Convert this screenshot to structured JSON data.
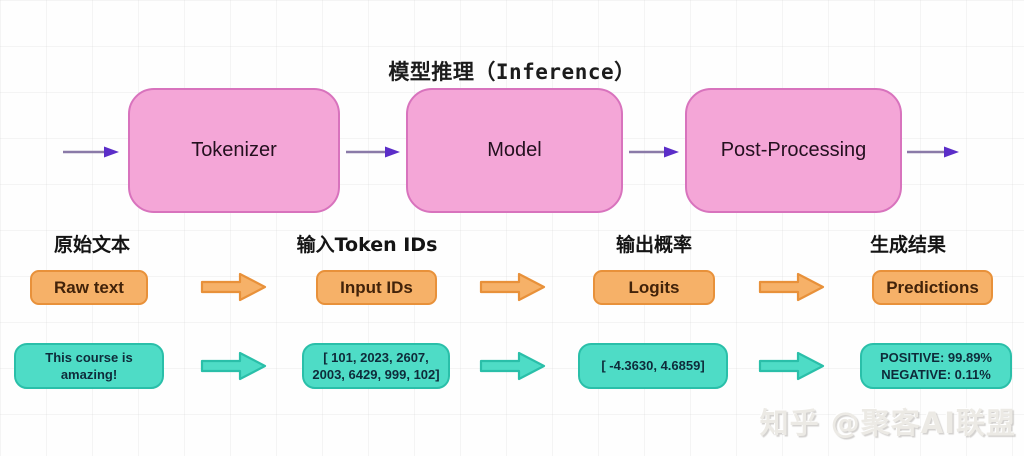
{
  "title": "模型推理（Inference）",
  "colors": {
    "stage_fill": "#f4a6d7",
    "stage_border": "#d873bd",
    "concept_fill": "#f6b168",
    "concept_border": "#e8913a",
    "example_fill": "#4edcc6",
    "example_border": "#2abfa9",
    "flow_arrow_head": "#5b2dc8",
    "flow_arrow_shaft": "#8a7aa8"
  },
  "pipeline": {
    "stages": [
      {
        "label": "Tokenizer"
      },
      {
        "label": "Model"
      },
      {
        "label": "Post-Processing"
      }
    ]
  },
  "rows": {
    "labels": [
      "原始文本",
      "输入Token IDs",
      "输出概率",
      "生成结果"
    ],
    "concepts": [
      "Raw text",
      "Input IDs",
      "Logits",
      "Predictions"
    ],
    "examples": [
      {
        "lines": [
          "This course is",
          "amazing!"
        ]
      },
      {
        "lines": [
          "[ 101, 2023, 2607,",
          "2003, 6429, 999, 102]"
        ]
      },
      {
        "lines": [
          "[ -4.3630, 4.6859]",
          ""
        ]
      },
      {
        "lines": [
          "POSITIVE: 99.89%",
          "NEGATIVE:  0.11%"
        ]
      }
    ]
  },
  "watermark": "知乎 @聚客AI联盟"
}
